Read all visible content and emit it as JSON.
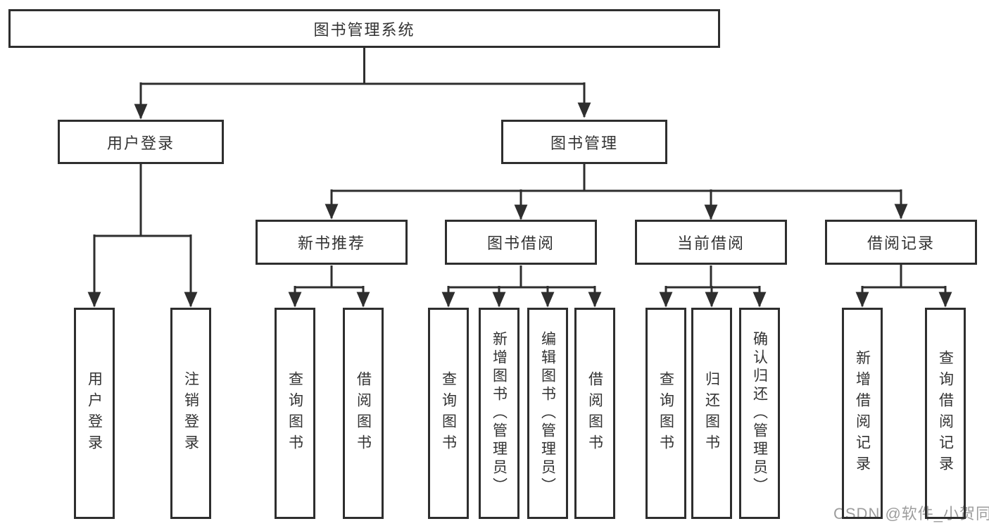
{
  "diagram": {
    "type": "hierarchy-tree",
    "hierarchy": {
      "图书管理系统": {
        "用户登录": [
          "用户登录",
          "注销登录"
        ],
        "图书管理": {
          "新书推荐": [
            "查询图书",
            "借阅图书"
          ],
          "图书借阅": [
            "查询图书",
            "新增图书（管理员）",
            "编辑图书（管理员）",
            "借阅图书"
          ],
          "当前借阅": [
            "查询图书",
            "归还图书",
            "确认归还（管理员）"
          ],
          "借阅记录": [
            "新增借阅记录",
            "查询借阅记录"
          ]
        }
      }
    }
  },
  "nodes": {
    "root": "图书管理系统",
    "user_login": "用户登录",
    "book_mgmt": "图书管理",
    "new_book_rec": "新书推荐",
    "book_borrow": "图书借阅",
    "current_borrow": "当前借阅",
    "borrow_record": "借阅记录",
    "ul_user_login": "用户登录",
    "ul_logout": "注销登录",
    "nb_query_book": "查询图书",
    "nb_borrow_book": "借阅图书",
    "bb_query_book": "查询图书",
    "bb_add_book": "新增图书（管理员）",
    "bb_edit_book": "编辑图书（管理员）",
    "bb_borrow_book": "借阅图书",
    "cb_query_book": "查询图书",
    "cb_return_book": "归还图书",
    "cb_confirm_return": "确认归还（管理员）",
    "br_add_record": "新增借阅记录",
    "br_query_record": "查询借阅记录"
  },
  "watermark": "CSDN @软件_小贺同学",
  "colors": {
    "line": "#2e2e2e",
    "text": "#333333",
    "background": "#ffffff",
    "watermark": "#8c8c8c"
  }
}
